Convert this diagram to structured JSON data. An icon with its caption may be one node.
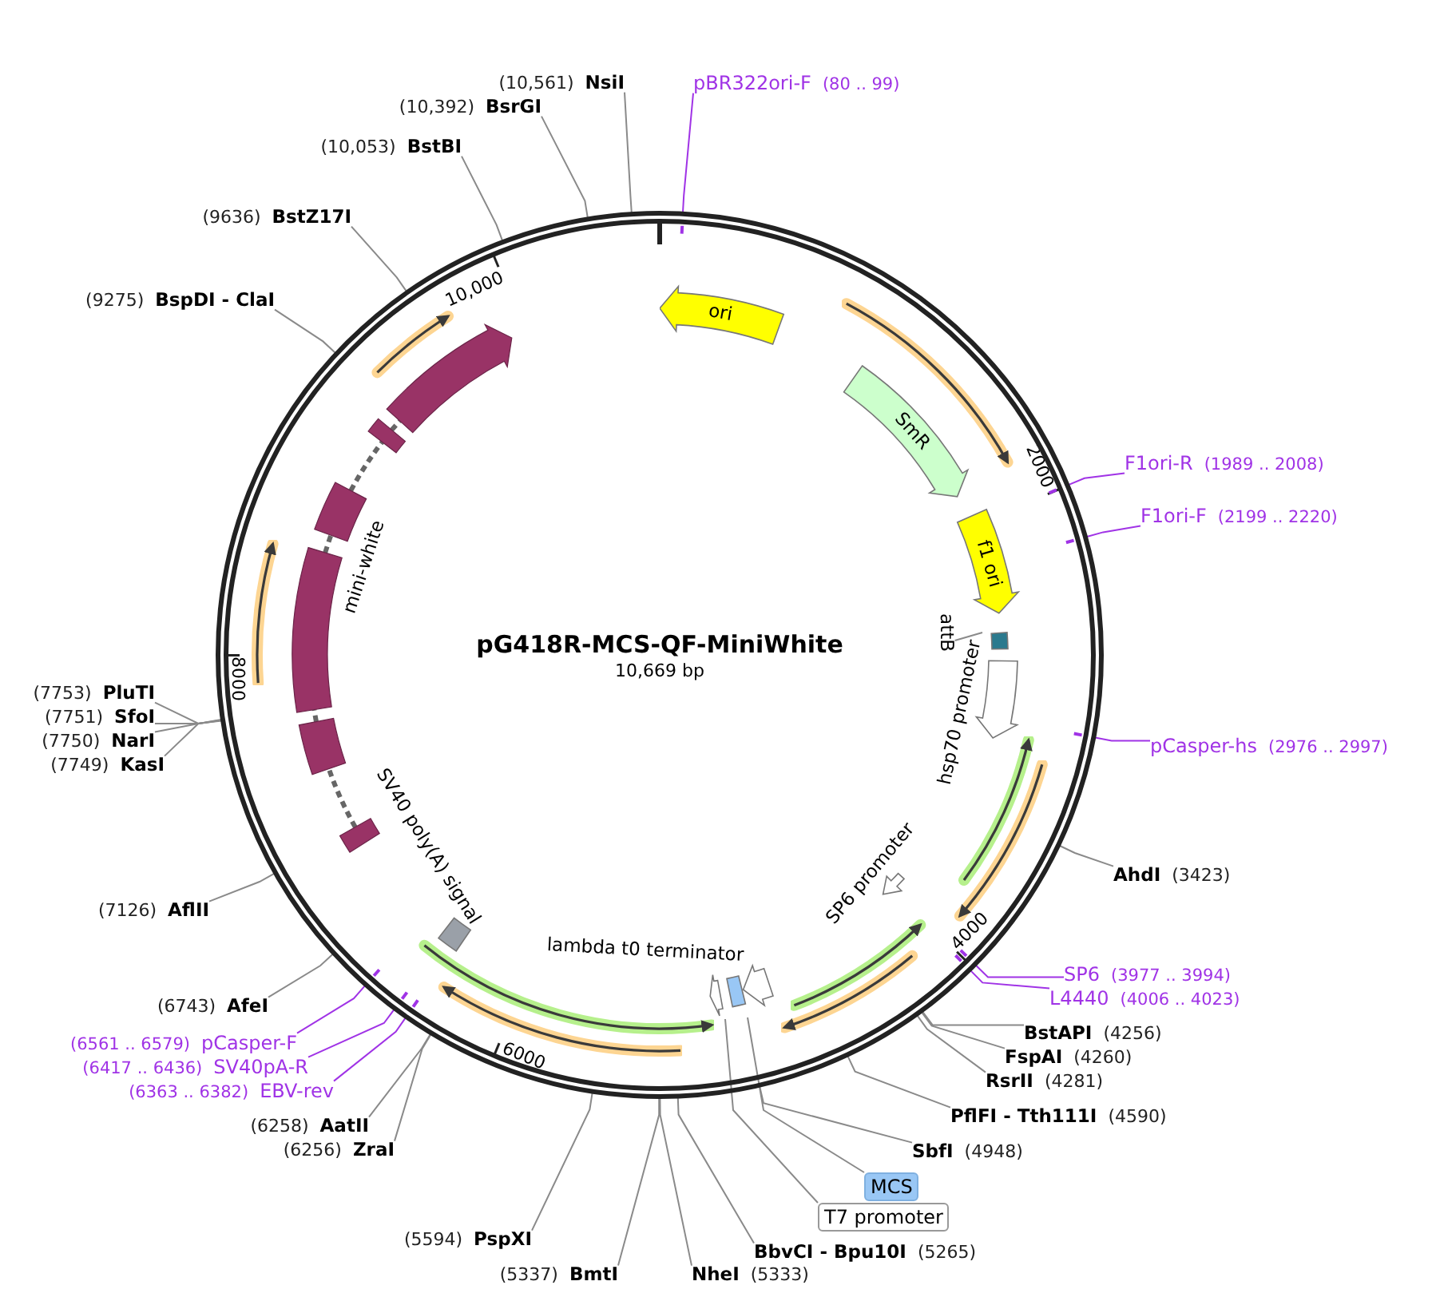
{
  "diagram": {
    "title": "pG418R-MCS-QF-MiniWhite",
    "nodes": [
      {
        "text": [],
        "shape": "circle"
      },
      {
        "text": [
          "ori"
        ],
        "in": 0
      },
      {
        "text": [
          "SmR"
        ],
        "in": 0
      },
      {
        "text": [
          "f1 ori"
        ],
        "in": 0
      },
      {
        "text": [
          "attB"
        ],
        "in": 0
      },
      {
        "text": [],
        "shape": "box",
        "in": 0
      },
      {
        "text": [
          "hsp70 promoter"
        ],
        "in": 0
      },
      {
        "text": [
          "SP6 promoter"
        ],
        "in": 0
      },
      {
        "text": [
          "lambda t0 terminator"
        ],
        "in": 0
      },
      {
        "text": [],
        "shape": "box",
        "in": 0
      },
      {
        "text": [],
        "shape": "arrow",
        "in": 0
      },
      {
        "text": [
          "SV40 poly(A) signal"
        ],
        "in": 0
      },
      {
        "text": [
          "mini-white"
        ],
        "in": 0
      },
      {
        "text": [
          "pBR322ori-F",
          "(80 .. 99)"
        ]
      },
      {
        "text": [
          "(10,561)",
          "NsiI"
        ]
      },
      {
        "text": [
          "(10,392)",
          "BsrGI"
        ]
      },
      {
        "text": [
          "(10,053)",
          "BstBI"
        ]
      },
      {
        "text": [
          "(9636)",
          "BstZ17I"
        ]
      },
      {
        "text": [
          "(9275)",
          "BspDI - ClaI"
        ]
      },
      {
        "text": [
          "F1ori-R",
          "(1989 .. 2008)"
        ]
      },
      {
        "text": [
          "F1ori-F",
          "(2199 .. 2220)"
        ]
      },
      {
        "text": [
          "(7753)",
          "PluTI"
        ]
      },
      {
        "text": [
          "(7751)",
          "SfoI"
        ]
      },
      {
        "text": [
          "(7750)",
          "NarI"
        ]
      },
      {
        "text": [
          "(7749)",
          "KasI"
        ]
      },
      {
        "text": [
          "pCasper-hs",
          "(2976 .. 2997)"
        ]
      },
      {
        "text": [
          "AhdI",
          "(3423)"
        ]
      },
      {
        "text": [
          "(7126)",
          "AflII"
        ]
      },
      {
        "text": [
          "SP6",
          "(3977 .. 3994)"
        ]
      },
      {
        "text": [
          "L4440",
          "(4006 .. 4023)"
        ]
      },
      {
        "text": [
          "(6743)",
          "AfeI"
        ]
      },
      {
        "text": [
          "BstAPI",
          "(4256)"
        ]
      },
      {
        "text": [
          "FspAI",
          "(4260)"
        ]
      },
      {
        "text": [
          "RsrII",
          "(4281)"
        ]
      },
      {
        "text": [
          "(6561 .. 6579)",
          "pCasper-F"
        ]
      },
      {
        "text": [
          "(6417 .. 6436)",
          "SV40pA-R"
        ]
      },
      {
        "text": [
          "(6363 .. 6382)",
          "EBV-rev"
        ]
      },
      {
        "text": [
          "PflFI - Tth111I",
          "(4590)"
        ]
      },
      {
        "text": [
          "(6258)",
          "AatII"
        ]
      },
      {
        "text": [
          "(6256)",
          "ZraI"
        ]
      },
      {
        "text": [
          "SbfI",
          "(4948)"
        ]
      },
      {
        "text": [
          "MCS"
        ]
      },
      {
        "text": [
          "T7 promoter"
        ]
      },
      {
        "text": [
          "(5594)",
          "PspXI"
        ]
      },
      {
        "text": [
          "BbvCI - Bpu10I",
          "(5265)"
        ]
      },
      {
        "text": [
          "(5337)",
          "BmtI"
        ]
      },
      {
        "text": [
          "NheI",
          "(5333)"
        ]
      },
      {
        "text": [],
        "shape": "arrow",
        "in": 0
      },
      {
        "text": [],
        "shape": "arrow",
        "in": 0
      },
      {
        "text": [],
        "shape": "arrow",
        "in": 0
      },
      {
        "text": [],
        "shape": "box",
        "in": 0
      },
      {
        "text": [],
        "shape": "arrow",
        "in": 0
      },
      {
        "text": [],
        "shape": "arrow",
        "in": 0
      },
      {
        "text": [],
        "shape": "arrow",
        "in": 0
      },
      {
        "text": [],
        "shape": "arrow",
        "in": 0
      },
      {
        "text": [],
        "shape": "arrow",
        "in": 0
      },
      {
        "text": [],
        "shape": "arrow",
        "in": 0
      },
      {
        "text": [],
        "shape": "arrow",
        "in": 0
      },
      {
        "text": [],
        "shape": "arrow",
        "in": 0
      },
      {
        "text": [],
        "shape": "arrow",
        "in": 0
      }
    ],
    "edges": [
      {
        "from": 4,
        "to": 5,
        "arrow": "none"
      },
      {
        "from": 13,
        "to": 0,
        "arrow": "none",
        "color": "#a033e6"
      },
      {
        "from": 14,
        "to": 0,
        "arrow": "none"
      },
      {
        "from": 15,
        "to": 0,
        "arrow": "none"
      },
      {
        "from": 16,
        "to": 0,
        "arrow": "none"
      },
      {
        "from": 17,
        "to": 0,
        "arrow": "none"
      },
      {
        "from": 18,
        "to": 0,
        "arrow": "none"
      },
      {
        "from": 19,
        "to": 0,
        "arrow": "none",
        "color": "#a033e6"
      },
      {
        "from": 20,
        "to": 0,
        "arrow": "none",
        "color": "#a033e6"
      },
      {
        "from": 21,
        "to": 0,
        "arrow": "none"
      },
      {
        "from": 22,
        "to": 0,
        "arrow": "none"
      },
      {
        "from": 23,
        "to": 0,
        "arrow": "none"
      },
      {
        "from": 24,
        "to": 0,
        "arrow": "none"
      },
      {
        "from": 25,
        "to": 0,
        "arrow": "none",
        "color": "#a033e6"
      },
      {
        "from": 26,
        "to": 0,
        "arrow": "none"
      },
      {
        "from": 27,
        "to": 0,
        "arrow": "none"
      },
      {
        "from": 28,
        "to": 0,
        "arrow": "none",
        "color": "#a033e6"
      },
      {
        "from": 29,
        "to": 0,
        "arrow": "none",
        "color": "#a033e6"
      },
      {
        "from": 30,
        "to": 0,
        "arrow": "none"
      },
      {
        "from": 31,
        "to": 0,
        "arrow": "none"
      },
      {
        "from": 32,
        "to": 0,
        "arrow": "none"
      },
      {
        "from": 33,
        "to": 0,
        "arrow": "none"
      },
      {
        "from": 34,
        "to": 0,
        "arrow": "none",
        "color": "#a033e6"
      },
      {
        "from": 35,
        "to": 0,
        "arrow": "none",
        "color": "#a033e6"
      },
      {
        "from": 36,
        "to": 0,
        "arrow": "none",
        "color": "#a033e6"
      },
      {
        "from": 37,
        "to": 0,
        "arrow": "none"
      },
      {
        "from": 38,
        "to": 0,
        "arrow": "none"
      },
      {
        "from": 39,
        "to": 0,
        "arrow": "none"
      },
      {
        "from": 40,
        "to": 0,
        "arrow": "none"
      },
      {
        "from": 41,
        "to": 9,
        "arrow": "none"
      },
      {
        "from": 42,
        "to": 10,
        "arrow": "none"
      },
      {
        "from": 43,
        "to": 0,
        "arrow": "none"
      },
      {
        "from": 44,
        "to": 0,
        "arrow": "none"
      },
      {
        "from": 45,
        "to": 0,
        "arrow": "none"
      },
      {
        "from": 46,
        "to": 0,
        "arrow": "none"
      }
    ],
    "labels": [
      "10,669 bp",
      "10,000",
      "2000",
      "4000",
      "6000",
      "8000"
    ]
  }
}
